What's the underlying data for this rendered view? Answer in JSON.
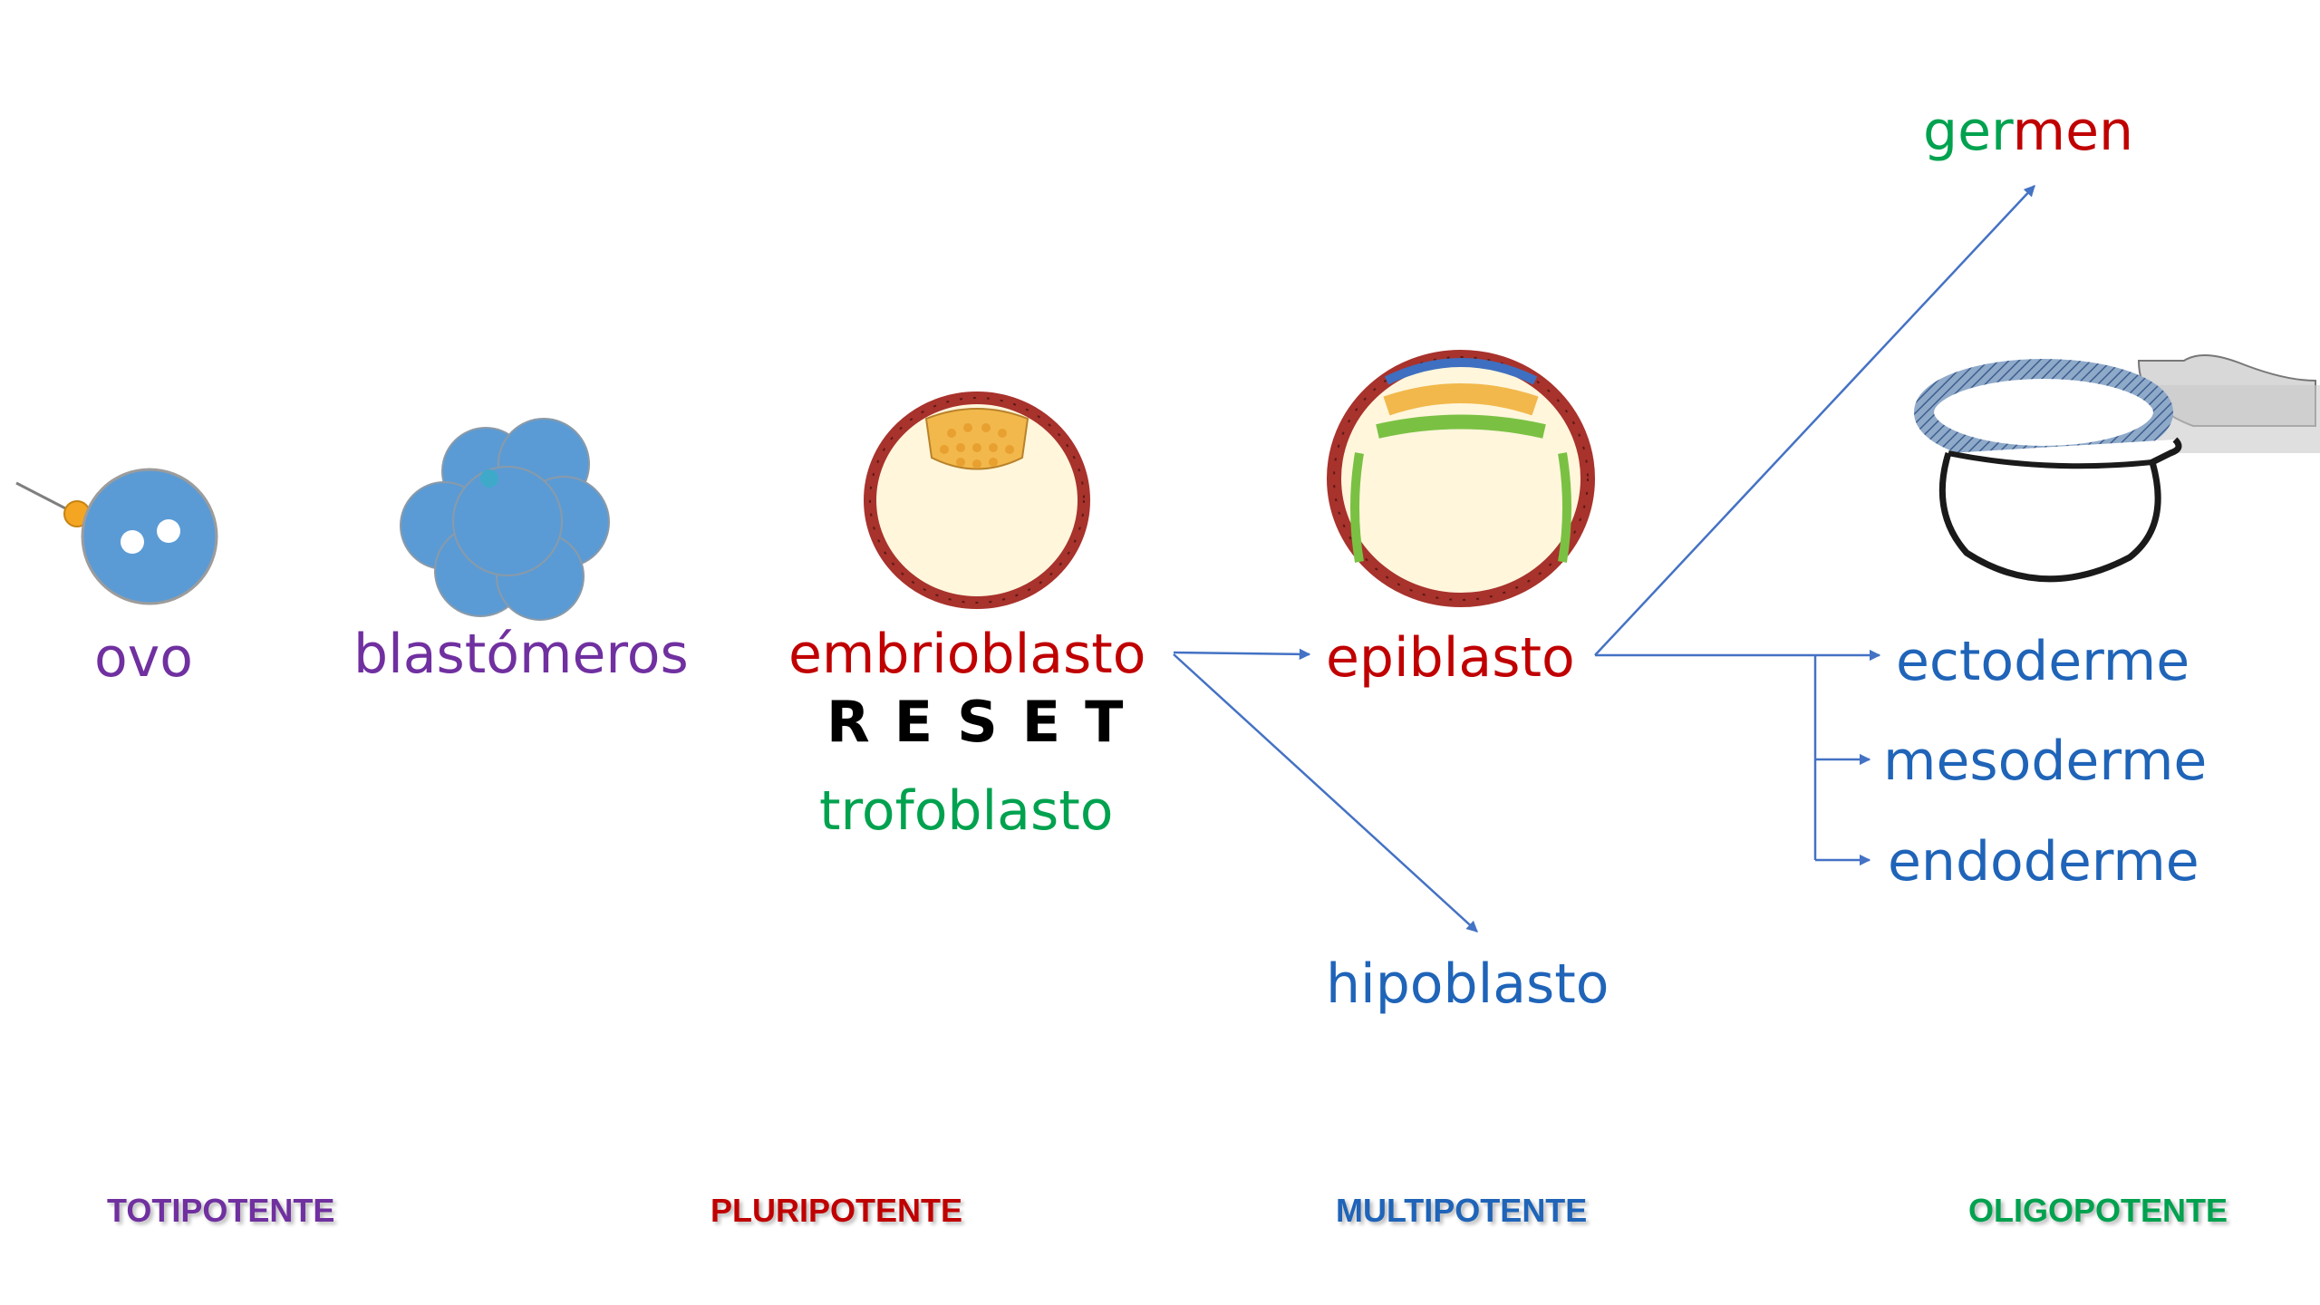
{
  "colors": {
    "purple": "#7030a0",
    "red": "#c00000",
    "green": "#00a24f",
    "blue": "#1f64b8",
    "arrow": "#4472c4",
    "cell_blue": "#5b9bd5",
    "yolk": "#fff6dc"
  },
  "stages": {
    "ovo": "ovo",
    "blastomeros": "blastómeros",
    "embrioblasto": "embrioblasto",
    "reset": "RESET",
    "trofoblasto": "trofoblasto",
    "epiblasto": "epiblasto",
    "hipoblasto": "hipoblasto",
    "germen_part1": "ger",
    "germen_part2": "men",
    "ectoderme": "ectoderme",
    "mesoderme": "mesoderme",
    "endoderme": "endoderme"
  },
  "potency": {
    "totipotente": "TOTIPOTENTE",
    "pluripotente": "PLURIPOTENTE",
    "multipotente": "MULTIPOTENTE",
    "oligopotente": "OLIGOPOTENTE"
  },
  "icons": [
    "egg-cell-icon",
    "morula-icon",
    "blastocyst-icon",
    "bilaminar-embryo-icon",
    "gastrula-section-icon"
  ]
}
